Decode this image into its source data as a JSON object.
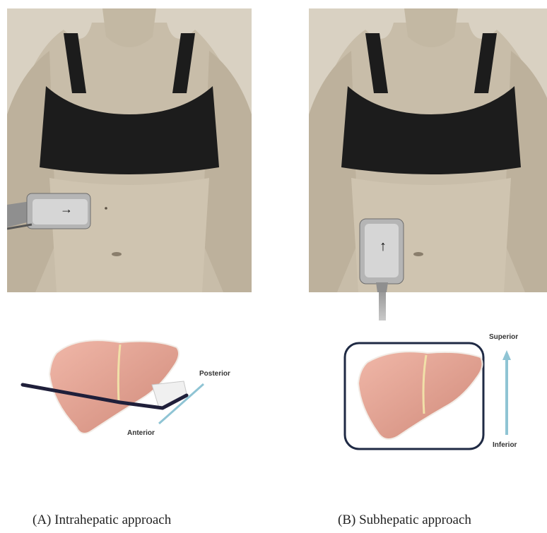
{
  "figure": {
    "subfigure_a": {
      "label": "(A)",
      "caption": "Intrahepatic approach",
      "direction_labels": {
        "posterior": "Posterior",
        "anterior": "Anterior"
      },
      "probe_arrow": "→"
    },
    "subfigure_b": {
      "label": "(B)",
      "caption": "Subhepatic approach",
      "direction_labels": {
        "superior": "Superior",
        "inferior": "Inferior"
      },
      "probe_arrow": "↑"
    }
  },
  "colors": {
    "photo_background": "#ddd6c8",
    "skin": "#c9bfae",
    "garment": "#1c1c1c",
    "liver": "#e2a293",
    "arrow": "#8fc4d4"
  }
}
